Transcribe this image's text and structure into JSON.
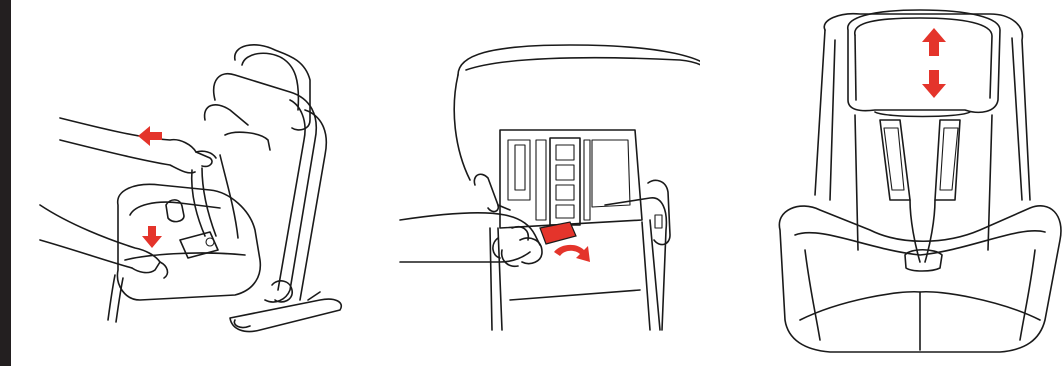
{
  "colors": {
    "sidebar": "#231f20",
    "arrow": "#e4342b",
    "line": "#1a1a1a",
    "background": "#ffffff"
  },
  "panels": [
    {
      "name": "panel-release-and-pull",
      "arrows": [
        "arrow-left",
        "arrow-down"
      ]
    },
    {
      "name": "panel-rear-release-handle",
      "arrows": [
        "arrow-rotate"
      ]
    },
    {
      "name": "panel-headrest-adjust",
      "arrows": [
        "arrow-up",
        "arrow-down"
      ]
    }
  ]
}
